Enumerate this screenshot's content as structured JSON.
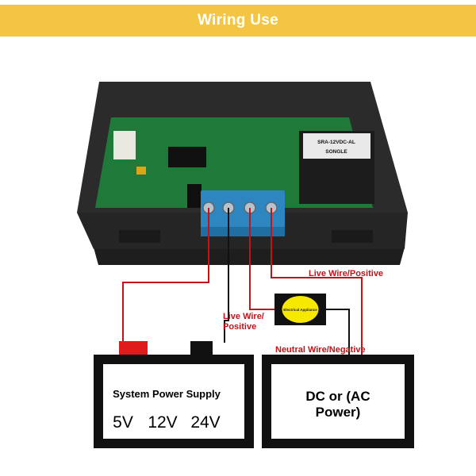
{
  "banner": {
    "title": "Wiring Use"
  },
  "labels": {
    "live_wire_positive_top": "Live Wire/Positive",
    "live_wire_left_line1": "Live Wire/",
    "live_wire_left_line2": "Positive",
    "neutral_wire_negative": "Neutral Wire/Negative",
    "appliance": "Electrical Appliance"
  },
  "left_box": {
    "title": "System Power Supply",
    "voltages": [
      "5V",
      "12V",
      "24V"
    ]
  },
  "right_box": {
    "line1": "DC or (AC",
    "line2": "Power)"
  },
  "module_markings": {
    "relay_line1": "SRA-12VDC-AL",
    "relay_line2": "SONGLE"
  },
  "colors": {
    "banner": "#f4c542",
    "wire_red": "#c0141a",
    "wire_black": "#111111",
    "terminal_blue": "#2e86c1",
    "pcb_green": "#1f7a3a",
    "appliance_yellow": "#f7e800",
    "label_red": "#c0141a"
  }
}
